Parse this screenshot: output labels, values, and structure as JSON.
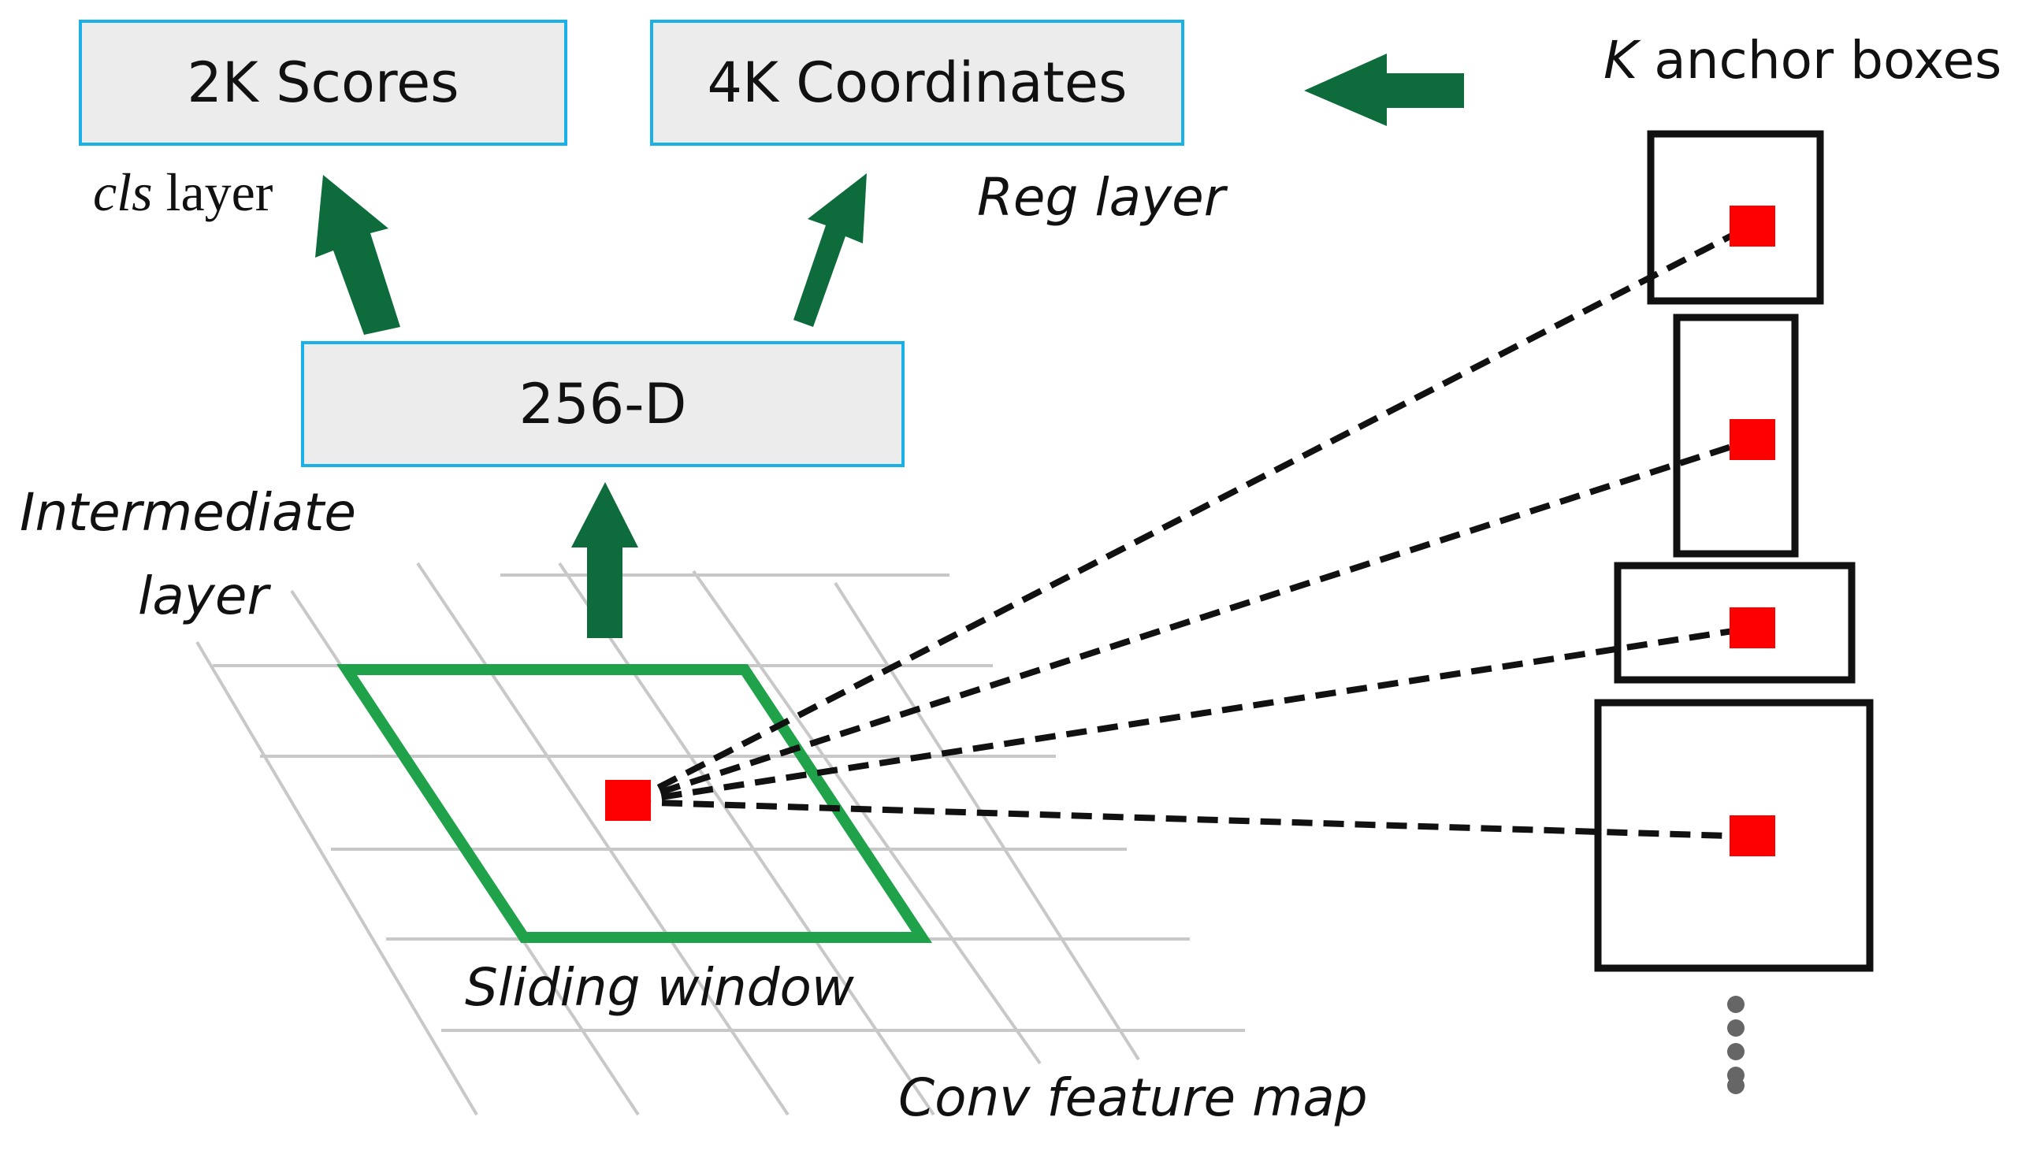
{
  "boxes": {
    "scores": "2K Scores",
    "coordinates": "4K Coordinates",
    "intermediate": "256-D"
  },
  "labels": {
    "cls_prefix": "cls",
    "cls_suffix": " layer",
    "reg": "Reg layer",
    "intermediate_line1": "Intermediate",
    "intermediate_line2": "layer",
    "sliding_window": "Sliding window",
    "feature_map": "Conv feature map",
    "anchor_k": "K",
    "anchor_rest": " anchor boxes"
  },
  "colors": {
    "arrow": "#0d6b3c",
    "box_border": "#1ab0e8",
    "box_fill": "#ececec",
    "window": "#1fa24a",
    "center": "#ff0000",
    "grid": "#c8c8c8"
  }
}
